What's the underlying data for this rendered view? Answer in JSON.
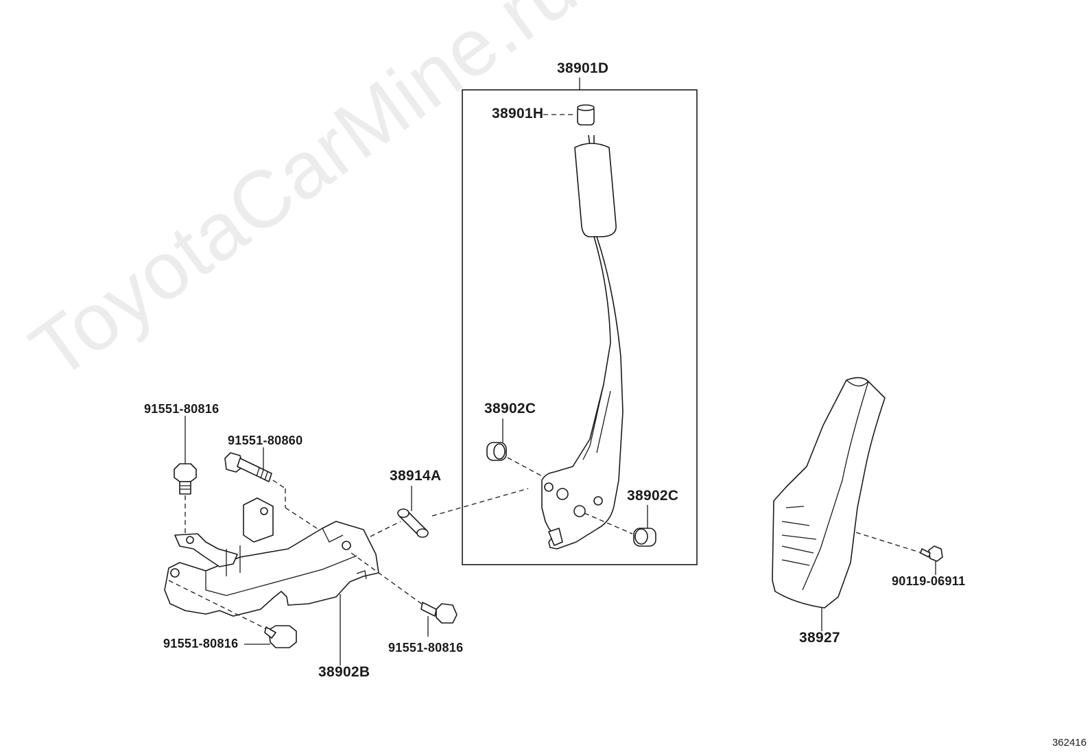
{
  "watermark": "ToyotaCarMine.ru",
  "diagram_id": "362416",
  "labels": {
    "p38901D": "38901D",
    "p38901H": "38901H",
    "p38902C_upper": "38902C",
    "p38902C_lower": "38902C",
    "p38914A": "38914A",
    "p91551_80816_top": "91551-80816",
    "p91551_80860": "91551-80860",
    "p91551_80816_left": "91551-80816",
    "p91551_80816_right": "91551-80816",
    "p38902B": "38902B",
    "p38927": "38927",
    "p90119_06911": "90119-06911"
  }
}
